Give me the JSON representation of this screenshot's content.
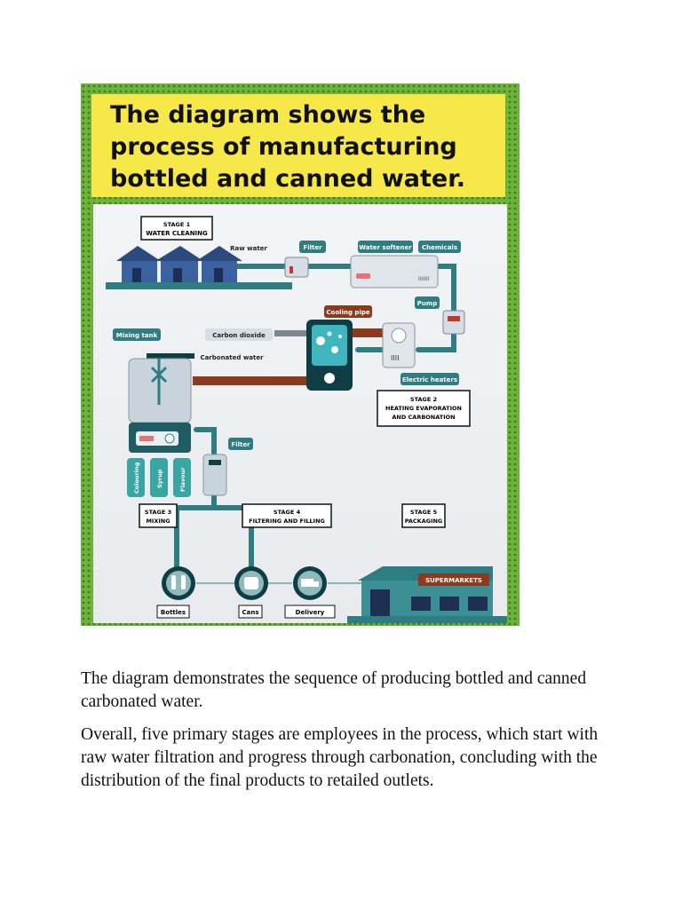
{
  "figure": {
    "title_lines": [
      "The diagram shows the",
      "process of manufacturing",
      "bottled and canned water."
    ],
    "stages": {
      "stage1": [
        "STAGE 1",
        "WATER CLEANING"
      ],
      "stage2": [
        "STAGE 2",
        "HEATING EVAPORATION",
        "AND CARBONATION"
      ],
      "stage3": [
        "STAGE 3",
        "MIXING"
      ],
      "stage4": [
        "STAGE 4",
        "FILTERING AND FILLING"
      ],
      "stage5": [
        "STAGE 5",
        "PACKAGING"
      ]
    },
    "labels": {
      "raw_water": "Raw water",
      "filter_top": "Filter",
      "water_softener": "Water softener",
      "chemicals": "Chemicals",
      "pump": "Pump",
      "cooling_pipe": "Cooling pipe",
      "carbon_dioxide": "Carbon dioxide",
      "carbonated_water": "Carbonated water",
      "mixing_tank": "Mixing tank",
      "electric_heaters": "Electric heaters",
      "filter_bottom": "Filter",
      "colouring": "Colouring",
      "syrup": "Syrup",
      "flavour": "Flavour",
      "bottles": "Bottles",
      "cans": "Cans",
      "delivery": "Delivery",
      "supermarkets": "SUPERMARKETS"
    },
    "colors": {
      "border_green": "#6fb43a",
      "title_yellow": "#f7e84a",
      "pipe_teal": "#2e7d83",
      "dark_teal": "#0f3d44",
      "cooling_brown": "#8b3a1e",
      "house_blue": "#2b4a7e"
    }
  },
  "paragraphs": [
    "The diagram demonstrates the sequence of producing bottled and canned carbonated water.",
    "Overall, five primary stages are employees in the process, which start with raw water filtration and progress through carbonation, concluding with the distribution of the final products to retailed outlets."
  ]
}
